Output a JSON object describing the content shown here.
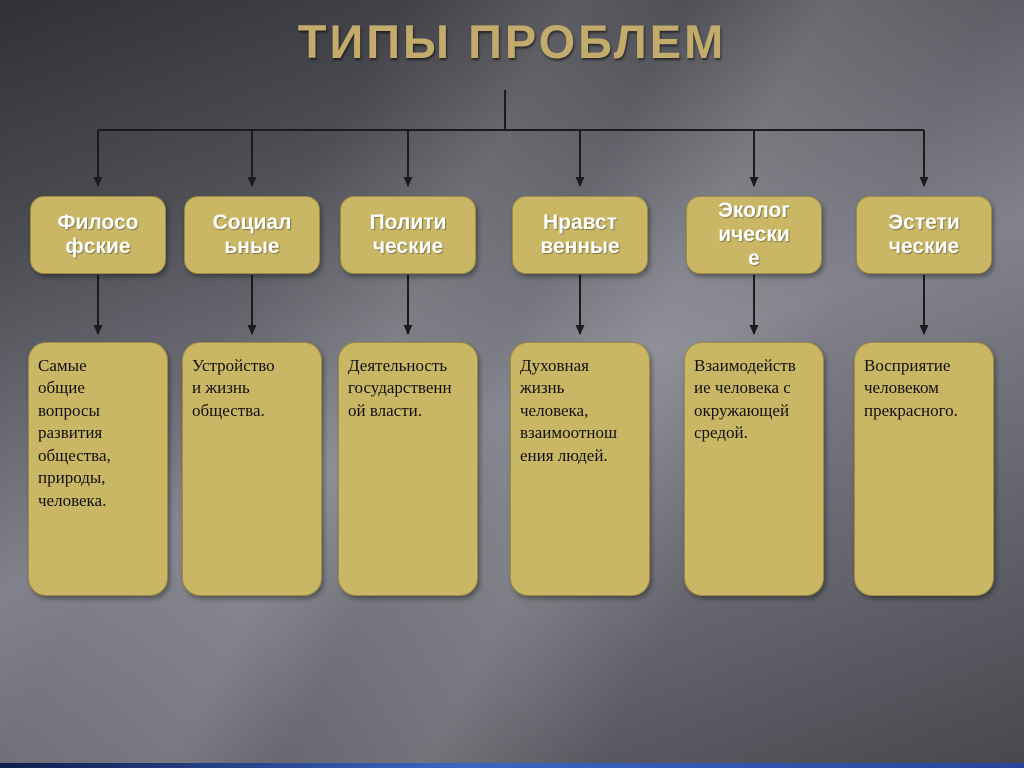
{
  "title": "ТИПЫ ПРОБЛЕМ",
  "columns": [
    {
      "label": "Филосо\nфские",
      "description": "Самые\nобщие\nвопросы\nразвития\nобщества,\nприроды,\nчеловека."
    },
    {
      "label": "Социал\nьные",
      "description": "Устройство\nи жизнь\nобщества."
    },
    {
      "label": "Полити\nческие",
      "description": "Деятельность\nгосударственн\nой власти."
    },
    {
      "label": "Нравст\nвенные",
      "description": "Духовная\nжизнь\nчеловека,\nвзаимоотнош\nения людей."
    },
    {
      "label": "Эколог\nически\nе",
      "description": "Взаимодейств\nие человека с\nокружающей\nсредой."
    },
    {
      "label": "Эстети\nческие",
      "description": "Восприятие\nчеловеком\nпрекрасного."
    }
  ],
  "colors": {
    "box": "#c9b765",
    "title": "#c3ac6b",
    "line": "#1b1b1b",
    "accent_bar": "#3c66c4"
  }
}
